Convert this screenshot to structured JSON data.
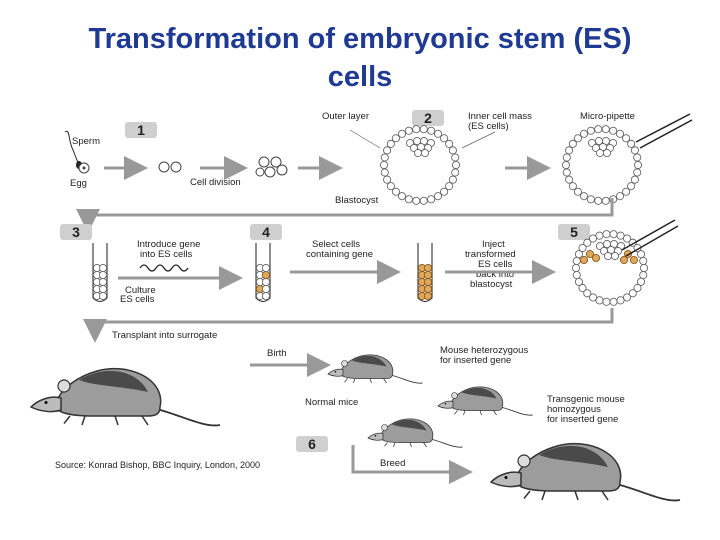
{
  "title": {
    "line1": "Transformation of embryonic stem (ES)",
    "line2": "cells"
  },
  "steps": {
    "s1": {
      "number": "1",
      "sperm": "Sperm",
      "egg": "Egg",
      "division": "Cell division"
    },
    "s2": {
      "number": "2",
      "outer_layer": "Outer layer",
      "icm_1": "Inner cell mass",
      "icm_2": "(ES cells)",
      "micropipette": "Micro-pipette",
      "blastocyst": "Blastocyst"
    },
    "s3": {
      "number": "3",
      "gene_1": "Introduce gene",
      "gene_2": "into ES cells",
      "culture_1": "Culture",
      "culture_2": "ES cells"
    },
    "s4": {
      "number": "4",
      "select_1": "Select cells",
      "select_2": "containing gene"
    },
    "s5": {
      "number": "5",
      "inject_1": "Inject",
      "inject_2": "transformed",
      "inject_3": "ES cells",
      "inject_4": "back into",
      "inject_5": "blastocyst"
    },
    "transplant": "Transplant into surrogate",
    "birth": "Birth",
    "het_1": "Mouse heterozygous",
    "het_2": "for inserted gene",
    "normal": "Normal mice",
    "trans_1": "Transgenic mouse",
    "trans_2": "homozygous",
    "trans_3": "for inserted gene",
    "s6": {
      "number": "6",
      "breed": "Breed"
    }
  },
  "source": "Source: Konrad Bishop, BBC Inquiry, London, 2000",
  "colors": {
    "title": "#1f3a93",
    "badge": "#cfcfcf",
    "gold": "#e0a85a",
    "mouse_dark": "#5a5a5a"
  }
}
